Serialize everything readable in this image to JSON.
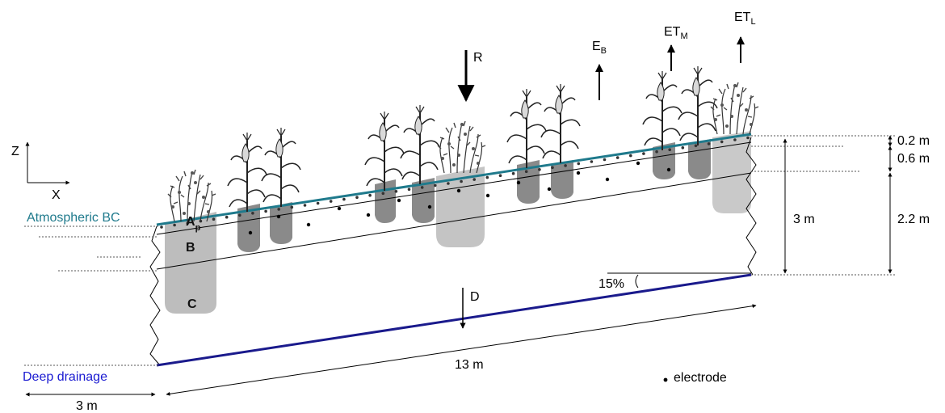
{
  "axes": {
    "z_label": "Z",
    "x_label": "X"
  },
  "boundaries": {
    "top": "Atmospheric BC",
    "bottom": "Deep drainage",
    "top_color": "#1f7a8c",
    "bottom_color": "#1a1ad1"
  },
  "horizons": {
    "a": "A",
    "a_sub": "p",
    "b": "B",
    "c": "C"
  },
  "fluxes": {
    "rain": "R",
    "evap_bare": "E",
    "evap_bare_sub": "B",
    "et_maize": "ET",
    "et_maize_sub": "M",
    "et_ley": "ET",
    "et_ley_sub": "L",
    "drainage": "D"
  },
  "dimensions": {
    "layer1": "0.2 m",
    "layer2": "0.6 m",
    "layer3": "2.2 m",
    "depth": "3 m",
    "length": "13 m",
    "width": "3 m",
    "slope": "15%"
  },
  "legend": {
    "electrode": "electrode"
  },
  "icons": [
    "ley-plant-icon",
    "maize-plant-icon",
    "electrode-dot-icon",
    "arrow-icon"
  ]
}
